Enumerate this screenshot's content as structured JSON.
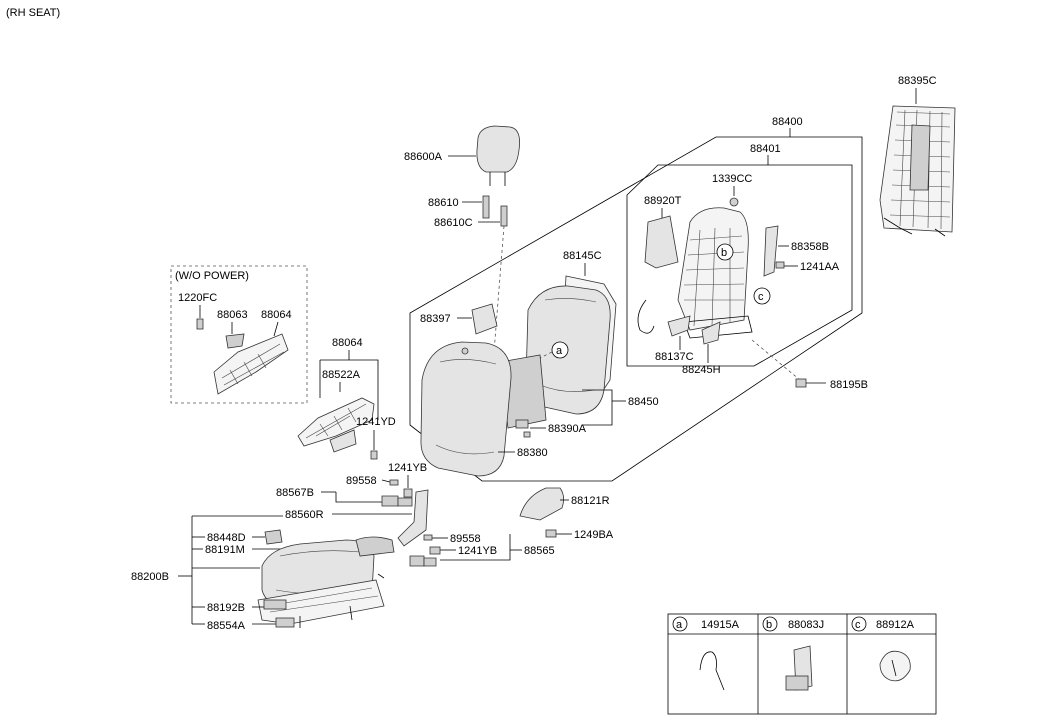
{
  "header": {
    "title": "(RH SEAT)"
  },
  "group_note": "(W/O POWER)",
  "labels": {
    "p88395C": "88395C",
    "p88400": "88400",
    "p88401": "88401",
    "p88600A": "88600A",
    "p1339CC": "1339CC",
    "p88920T": "88920T",
    "p88610": "88610",
    "p88610C": "88610C",
    "p88358B": "88358B",
    "p1241AA": "1241AA",
    "p88145C": "88145C",
    "p1220FC": "1220FC",
    "p88063": "88063",
    "p88064a": "88064",
    "p88397": "88397",
    "p88064b": "88064",
    "p88137C": "88137C",
    "p88245H": "88245H",
    "p88522A": "88522A",
    "p88195B": "88195B",
    "p88450": "88450",
    "p1241YDa": "1241YD",
    "p88390A": "88390A",
    "p88380": "88380",
    "p1241YBa": "1241YB",
    "p89558a": "89558",
    "p88567B": "88567B",
    "p88121R": "88121R",
    "p88560R": "88560R",
    "p1249BA": "1249BA",
    "p88448D": "88448D",
    "p89558b": "89558",
    "p88191M": "88191M",
    "p1241YBb": "1241YB",
    "p88565": "88565",
    "p88200B": "88200B",
    "p88192B": "88192B",
    "p88554A": "88554A"
  },
  "callouts": {
    "a": "a",
    "b": "b",
    "c": "c"
  },
  "legend": [
    {
      "letter": "a",
      "part": "14915A"
    },
    {
      "letter": "b",
      "part": "88083J"
    },
    {
      "letter": "c",
      "part": "88912A"
    }
  ]
}
